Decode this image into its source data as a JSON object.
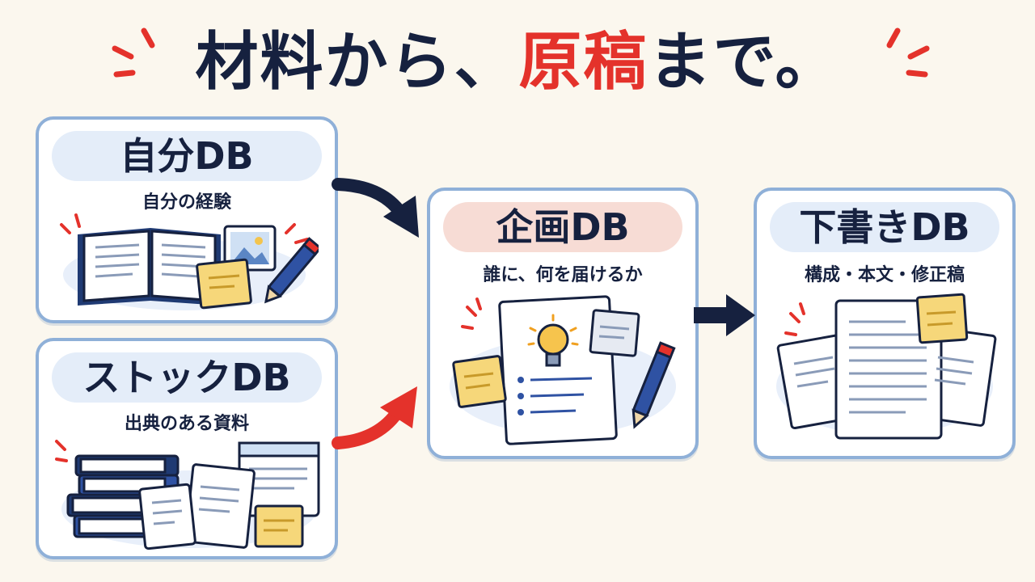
{
  "title": {
    "part1": "材料から、",
    "accent": "原稿",
    "part2": "まで。"
  },
  "colors": {
    "navy": "#16213f",
    "red": "#e4322b",
    "card_border": "#8fb0d8",
    "pill_blue": "#e4edf9",
    "pill_pink": "#f7dcd5",
    "background": "#fbf7ee"
  },
  "cards": {
    "self": {
      "title": "自分DB",
      "subtitle": "自分の経験",
      "icons": [
        "open-book-icon",
        "photo-icon",
        "sticky-note-icon",
        "pencil-icon"
      ]
    },
    "stock": {
      "title": "ストックDB",
      "subtitle": "出典のある資料",
      "icons": [
        "book-stack-icon",
        "document-icon",
        "browser-window-icon",
        "sticky-note-icon"
      ]
    },
    "plan": {
      "title": "企画DB",
      "subtitle": "誰に、何を届けるか",
      "icons": [
        "lightbulb-document-icon",
        "sticky-note-icon",
        "pencil-icon"
      ]
    },
    "draft": {
      "title": "下書きDB",
      "subtitle": "構成・本文・修正稿",
      "icons": [
        "document-stack-icon",
        "sticky-note-icon"
      ]
    }
  }
}
